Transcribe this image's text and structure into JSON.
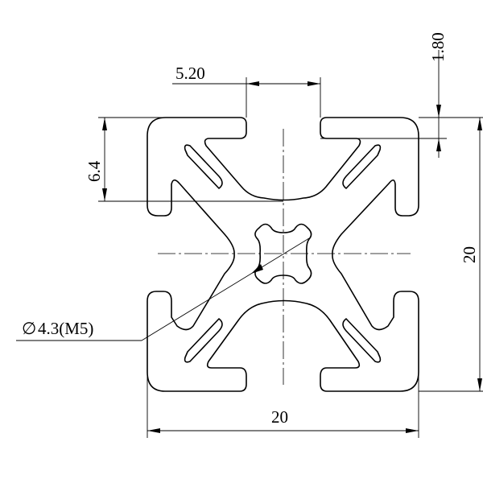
{
  "drawing": {
    "subject": "",
    "dimensions": {
      "slot_width": "5.20",
      "wall_thickness": "1.80",
      "slot_depth": "6.4",
      "height": "20",
      "width": "20",
      "center_hole": "4.3(M5)",
      "diameter_symbol": "∅"
    },
    "colors": {
      "line": "#000000",
      "background": "#ffffff"
    }
  }
}
